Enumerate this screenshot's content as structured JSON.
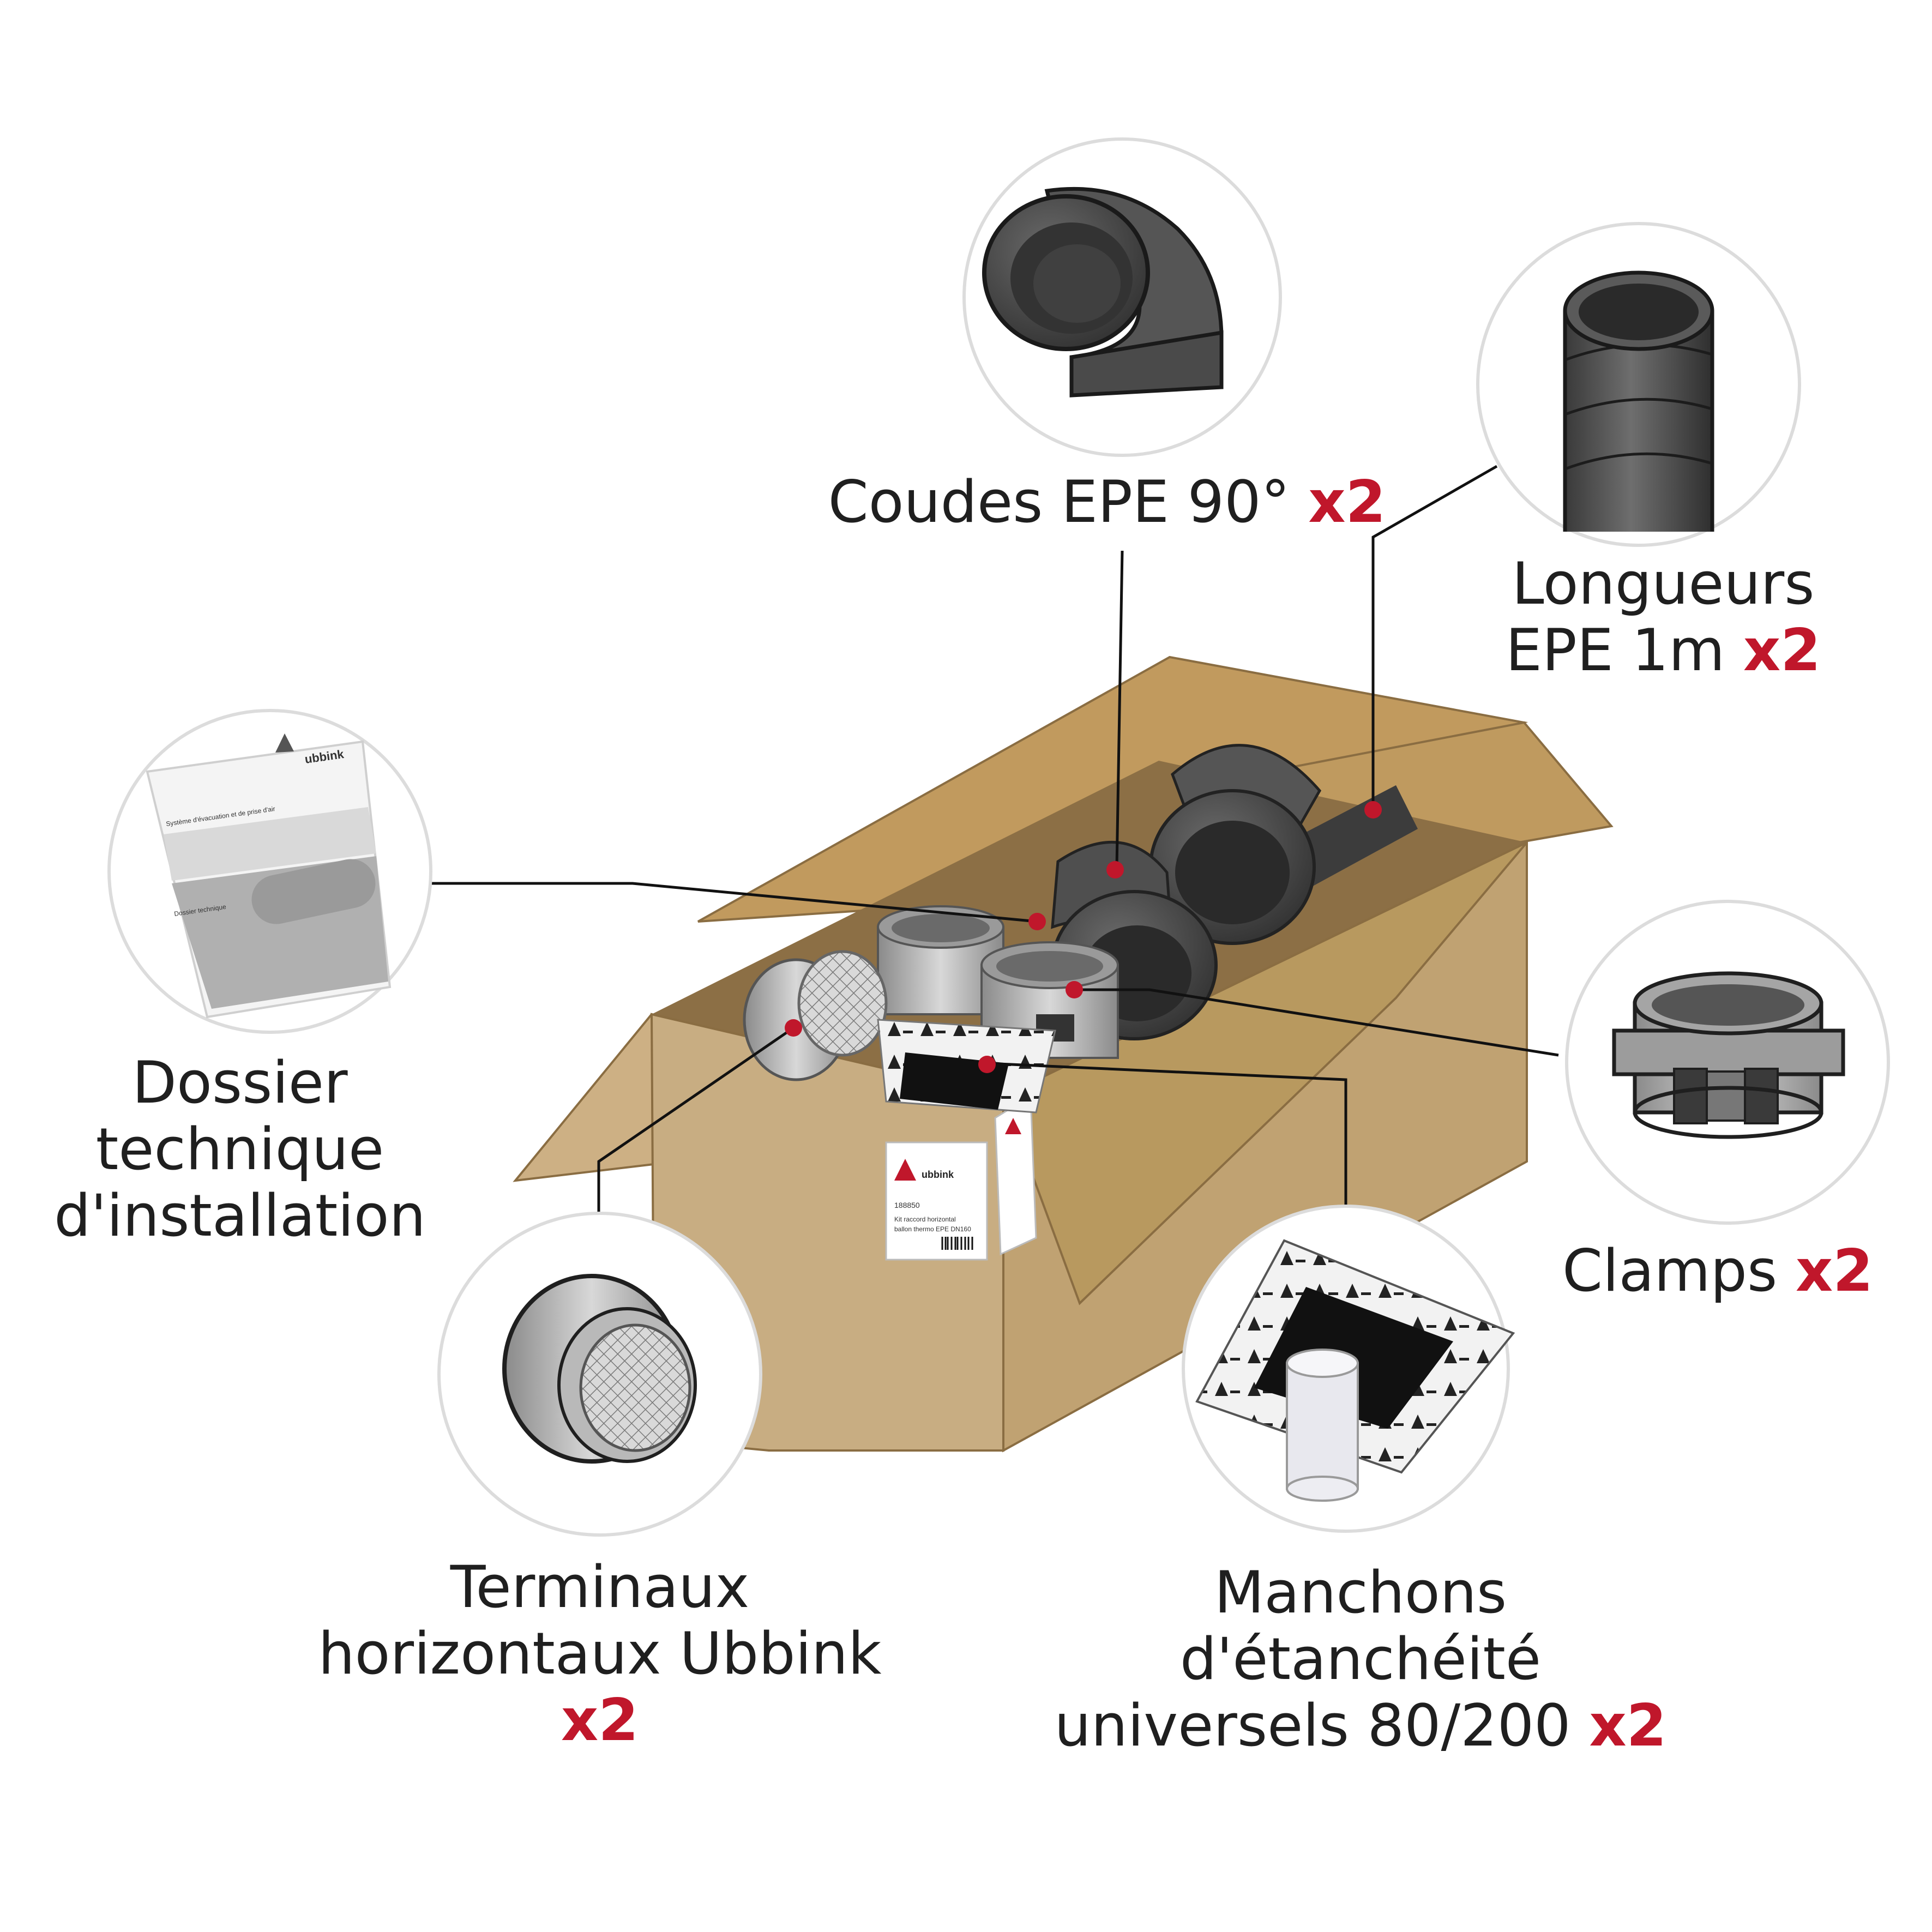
{
  "box_label": {
    "brand": "ubbink",
    "reference": "188850",
    "description_line1": "Kit raccord horizontal",
    "description_line2": "ballon thermo EPE DN160"
  },
  "brochure": {
    "brand": "ubbink",
    "title": "Système d'évacuation et de prise d'air",
    "subtitle": "Dossier technique"
  },
  "components": [
    {
      "id": "coudes",
      "lines": [
        "Coudes EPE 90°"
      ],
      "quantity": "x2"
    },
    {
      "id": "longueurs",
      "lines": [
        "Longueurs",
        "EPE 1m"
      ],
      "quantity": "x2"
    },
    {
      "id": "clamps",
      "lines": [
        "Clamps"
      ],
      "quantity": "x2"
    },
    {
      "id": "dossier",
      "lines": [
        "Dossier",
        "technique",
        "d'installation"
      ],
      "quantity": ""
    },
    {
      "id": "terminaux",
      "lines": [
        "Terminaux",
        "horizontaux Ubbink"
      ],
      "quantity": "x2"
    },
    {
      "id": "manchons",
      "lines": [
        "Manchons",
        "d'étanchéité",
        "universels 80/200"
      ],
      "quantity": "x2"
    }
  ],
  "colors": {
    "accent_red": "#c0172b",
    "cardboard": "#c8ad82",
    "cardboard_dark": "#a98a5c",
    "pipe_dark": "#4a4a4a",
    "metal": "#b8b8b8",
    "circle_border": "#dcdcdc"
  }
}
